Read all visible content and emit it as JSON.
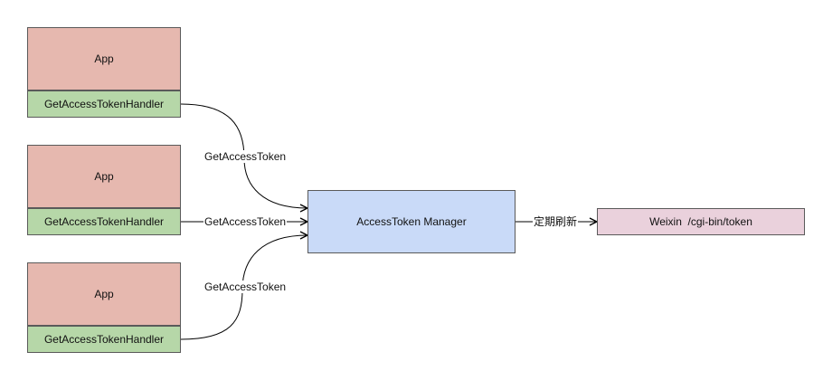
{
  "clients": [
    {
      "app_label": "App",
      "handler_label": "GetAccessTokenHandler",
      "edge_label": "GetAccessToken"
    },
    {
      "app_label": "App",
      "handler_label": "GetAccessTokenHandler",
      "edge_label": "GetAccessToken"
    },
    {
      "app_label": "App",
      "handler_label": "GetAccessTokenHandler",
      "edge_label": "GetAccessToken"
    }
  ],
  "manager": {
    "label": "AccessToken Manager"
  },
  "refresh_edge": {
    "label": "定期刷新"
  },
  "weixin": {
    "label": "Weixin  /cgi-bin/token"
  },
  "colors": {
    "app_fill": "#e6b8af",
    "handler_fill": "#b6d7a8",
    "manager_fill": "#c9daf8",
    "weixin_fill": "#ead1dc",
    "stroke": "#5a5a5a"
  }
}
